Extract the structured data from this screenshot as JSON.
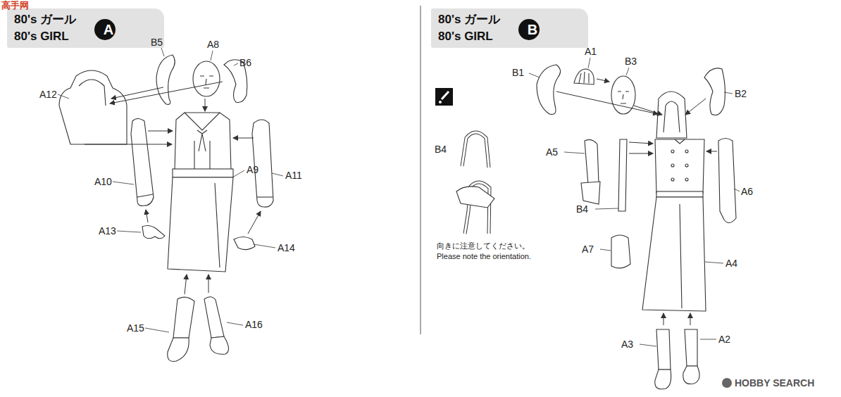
{
  "diagram": {
    "nodes": [
      {
        "text": [
          "80's ガール",
          "80's GIRL"
        ]
      },
      {
        "text": [
          "A"
        ],
        "in": 0
      },
      {
        "text": [
          "80's ガール",
          "80's GIRL"
        ]
      },
      {
        "text": [
          "B"
        ],
        "in": 2
      }
    ],
    "labels": [
      "高手网",
      "B5",
      "A8",
      "B6",
      "A12",
      "A9",
      "A10",
      "A11",
      "A13",
      "A14",
      "A15",
      "A16",
      "A1",
      "B3",
      "B1",
      "B2",
      "B4",
      "A5",
      "A6",
      "B4",
      "A7",
      "A4",
      "A3",
      "A2",
      "向きに注意してください。",
      "Please note the orientation.",
      "HOBBY SEARCH"
    ]
  }
}
